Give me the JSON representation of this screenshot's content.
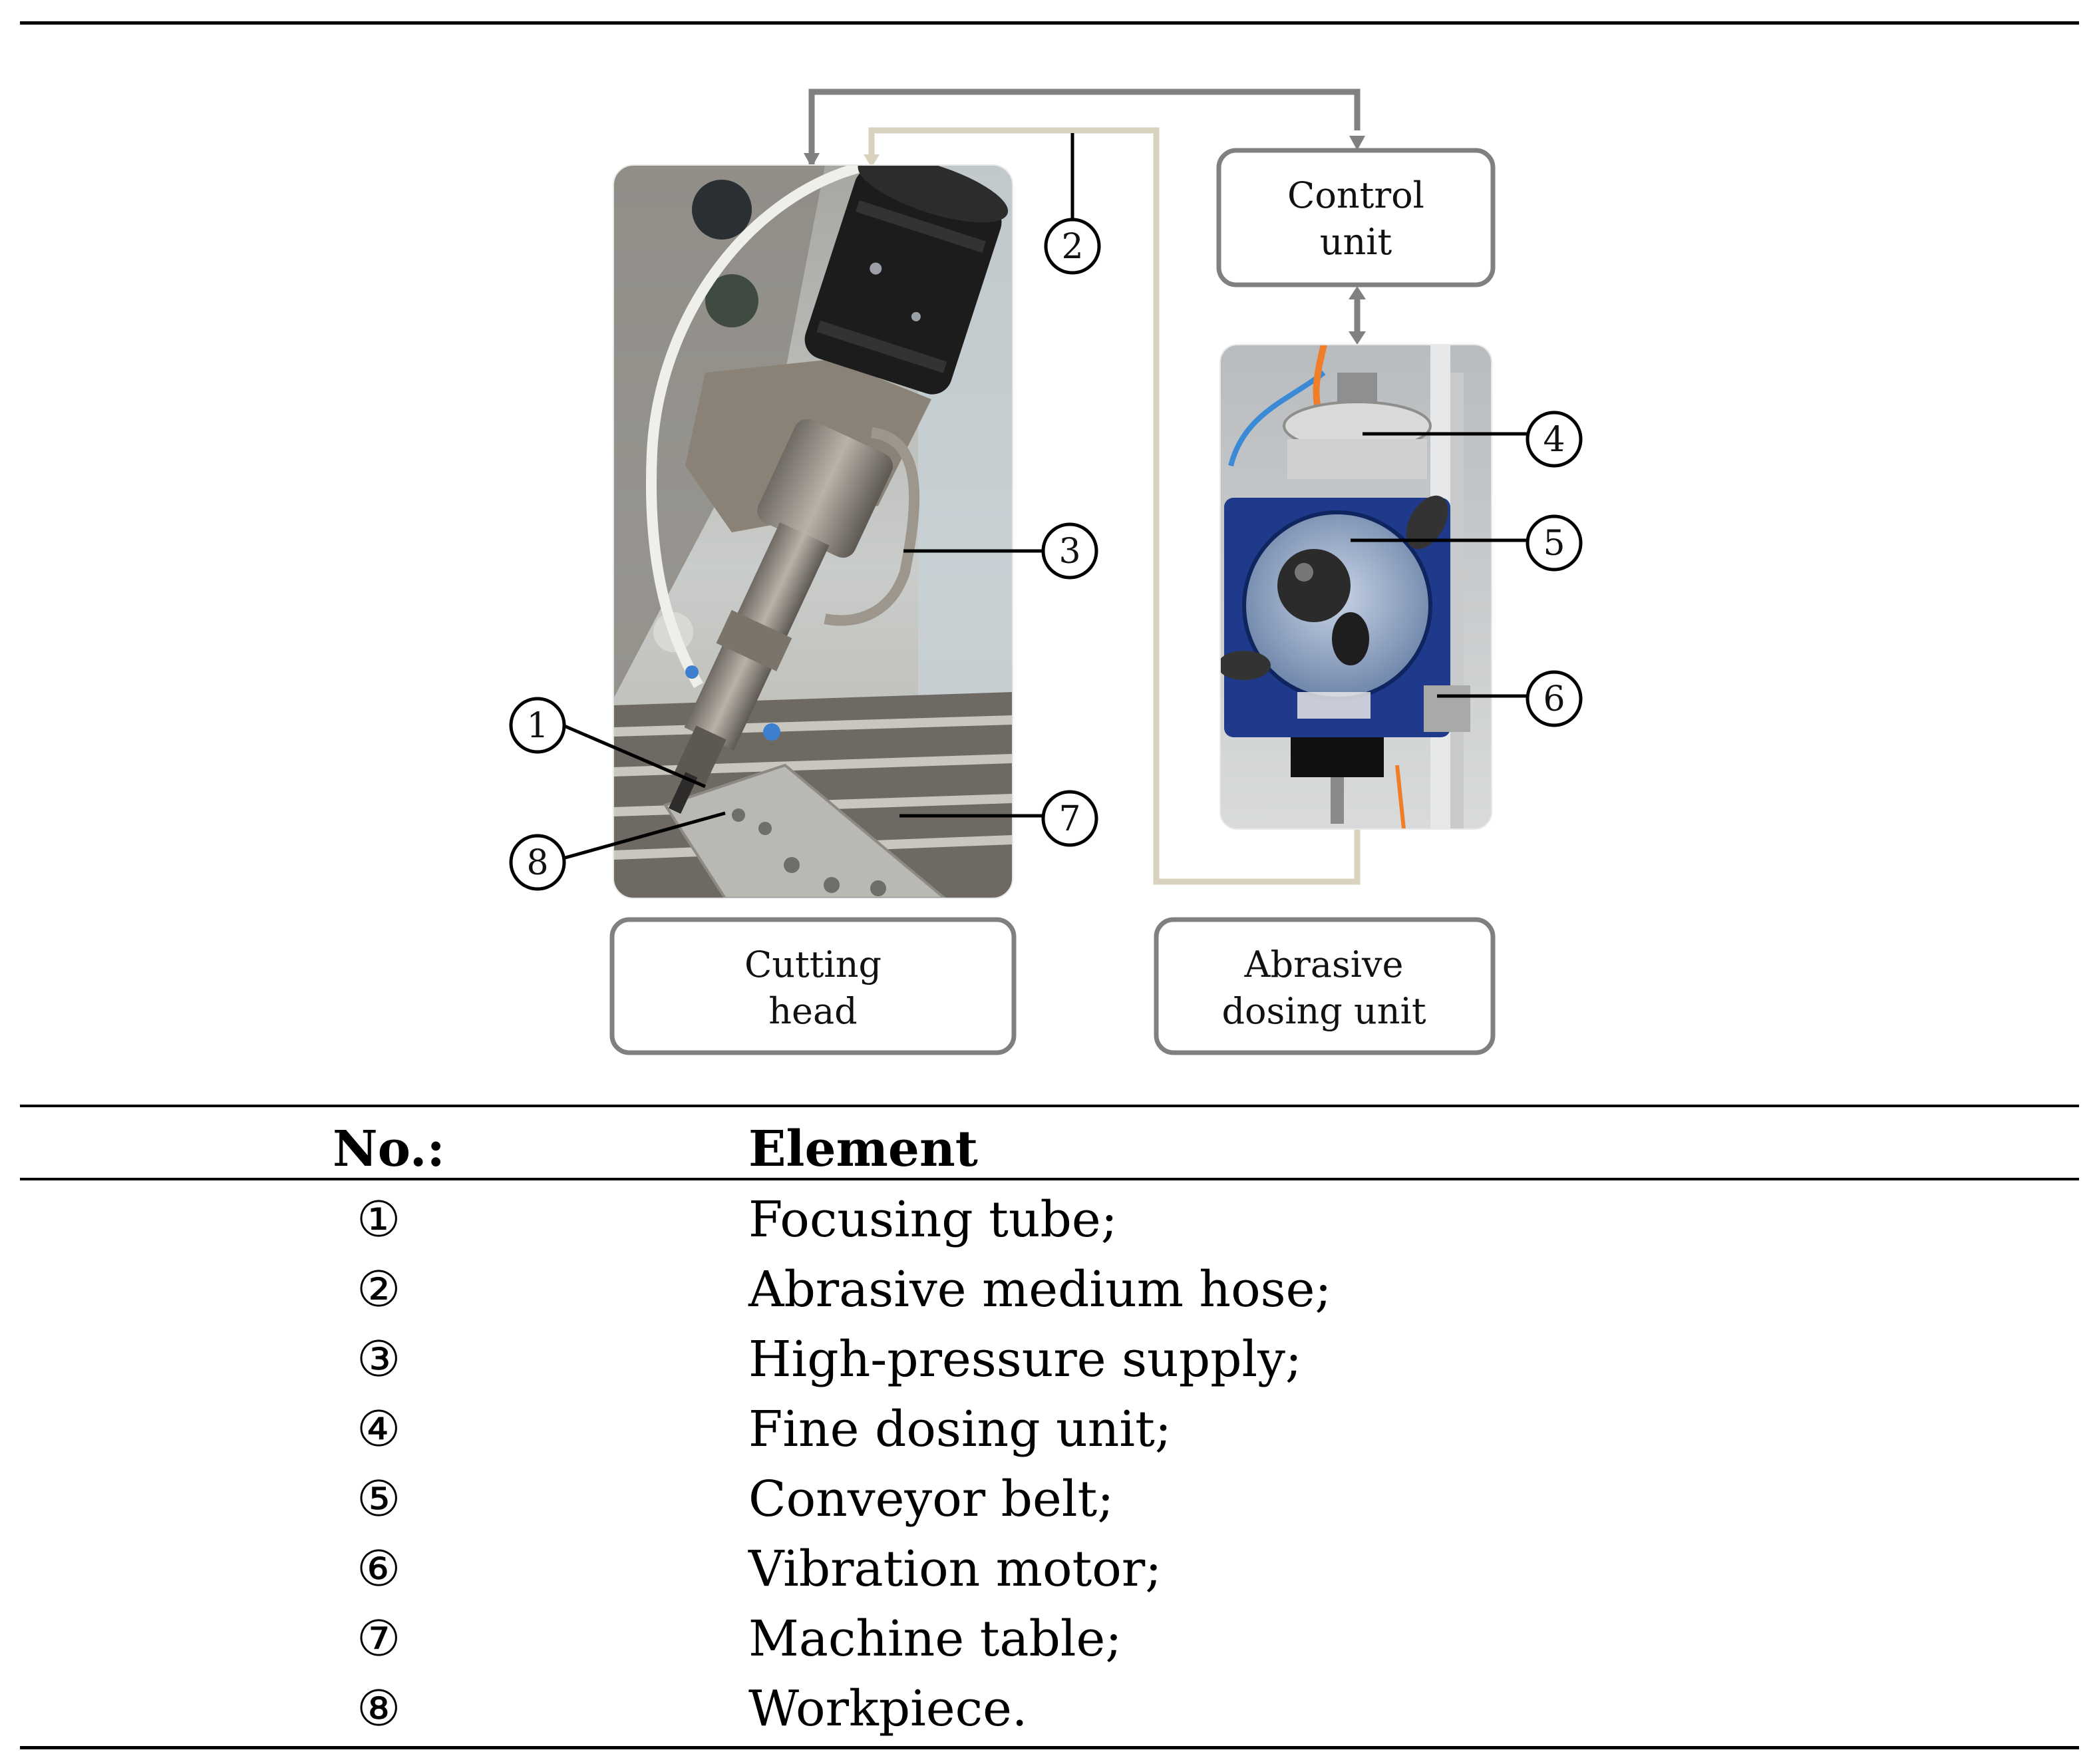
{
  "diagram": {
    "boxes": {
      "control_unit": [
        "Control",
        "unit"
      ],
      "cutting_head": [
        "Cutting",
        "head"
      ],
      "abrasive_dosing_unit": [
        "Abrasive",
        "dosing unit"
      ]
    },
    "callouts": [
      "1",
      "2",
      "3",
      "4",
      "5",
      "6",
      "7",
      "8"
    ],
    "colors": {
      "signal_line": "#808080",
      "hose_line": "#d8d2bf",
      "box_border": "#808080",
      "dosing_unit_body": "#1f3a8a",
      "cutting_head_body": "#1c1c1c"
    }
  },
  "table": {
    "headers": {
      "number": "No.:",
      "element": "Element"
    },
    "rows": [
      {
        "number": "①",
        "element": "Focusing tube;"
      },
      {
        "number": "②",
        "element": "Abrasive medium hose;"
      },
      {
        "number": "③",
        "element": "High-pressure supply;"
      },
      {
        "number": "④",
        "element": "Fine dosing unit;"
      },
      {
        "number": "⑤",
        "element": "Conveyor belt;"
      },
      {
        "number": "⑥",
        "element": "Vibration motor;"
      },
      {
        "number": "⑦",
        "element": "Machine table;"
      },
      {
        "number": "⑧",
        "element": "Workpiece."
      }
    ]
  }
}
